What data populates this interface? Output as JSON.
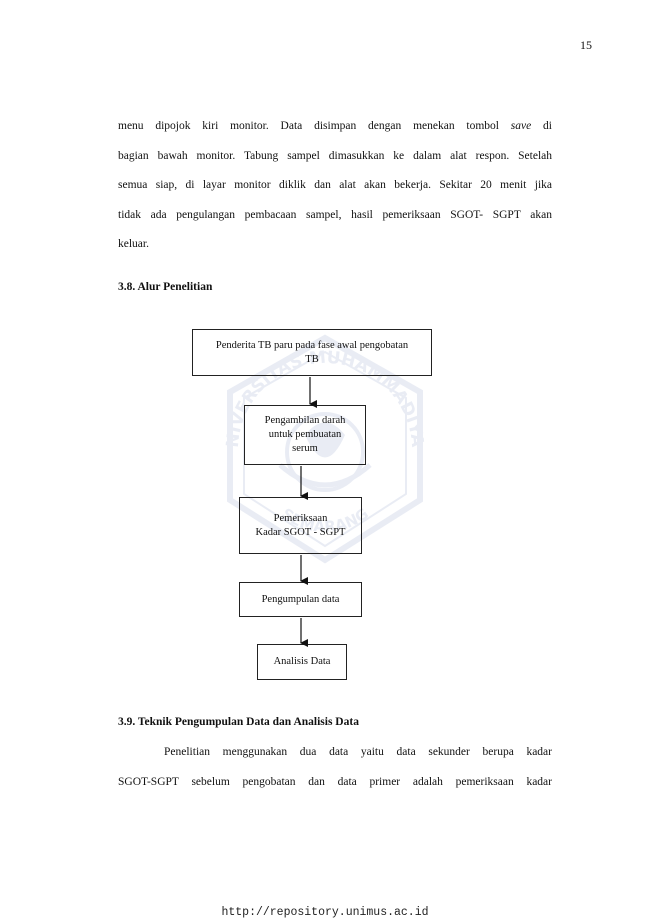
{
  "page_number": "15",
  "paragraph1": {
    "lines": [
      {
        "pre": "menu dipojok kiri monitor.  Data disimpan dengan menekan tombol ",
        "em": "save",
        "post": " di"
      },
      {
        "pre": "bagian bawah monitor.  Tabung sampel dimasukkan ke dalam alat respon.  Setelah",
        "em": "",
        "post": ""
      },
      {
        "pre": "semua siap, di layar monitor diklik dan alat akan bekerja.  Sekitar 20 menit jika",
        "em": "",
        "post": ""
      },
      {
        "pre": "tidak ada pengulangan pembacaan sampel, hasil pemeriksaan SGOT- SGPT akan",
        "em": "",
        "post": ""
      },
      {
        "pre": "keluar.",
        "em": "",
        "post": ""
      }
    ]
  },
  "section_3_8": {
    "heading": "3.8. Alur Penelitian"
  },
  "flowchart": {
    "steps": [
      {
        "line1": "Penderita TB paru pada fase awal pengobatan",
        "line2": "TB",
        "line3": ""
      },
      {
        "line1": "Pengambilan darah",
        "line2": "untuk pembuatan",
        "line3": "serum"
      },
      {
        "line1": "Pemeriksaan",
        "line2": "Kadar SGOT - SGPT",
        "line3": ""
      },
      {
        "line1": "Pengumpulan data",
        "line2": "",
        "line3": ""
      },
      {
        "line1": "Analisis Data",
        "line2": "",
        "line3": ""
      }
    ]
  },
  "section_3_9": {
    "heading": "3.9.  Teknik Pengumpulan Data dan Analisis Data",
    "lines": [
      "Penelitian menggunakan dua data yaitu data sekunder berupa kadar",
      "SGOT-SGPT sebelum pengobatan dan data primer adalah pemeriksaan kadar"
    ]
  },
  "watermark": {
    "top_text": "UNIVERSITAS MUHAMMADIYAH",
    "bottom_text": "SEMARANG"
  },
  "footer": {
    "url": "http://repository.unimus.ac.id"
  }
}
